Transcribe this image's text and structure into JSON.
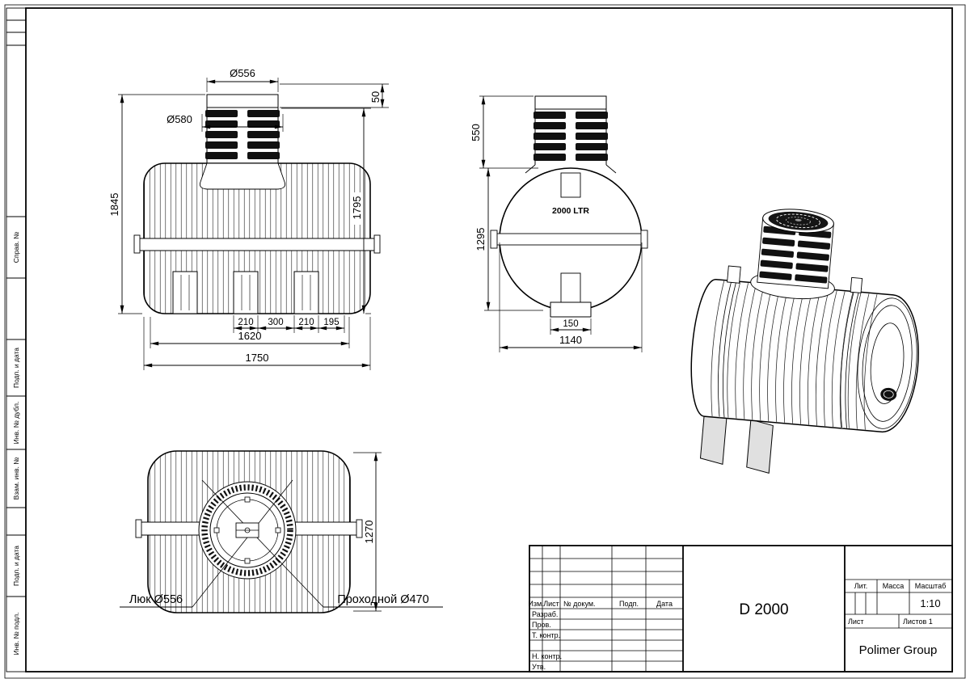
{
  "sheet": {
    "side_labels": [
      "Справ. №",
      "Подп. и дата",
      "Инв. № дубл.",
      "Взам. инв. №",
      "Подп. и дата",
      "Инв. № подл."
    ]
  },
  "front": {
    "dia_top": "Ø556",
    "dia_collar": "Ø580",
    "cap_height": "50",
    "height_total": "1845",
    "height_body": "1795",
    "seg_1": "210",
    "seg_2": "300",
    "seg_3": "210",
    "seg_4": "195",
    "len_inner": "1620",
    "len_total": "1750"
  },
  "side": {
    "volume": "2000 LTR",
    "neck_height": "550",
    "body_height": "1295",
    "foot_width": "150",
    "width_total": "1140"
  },
  "top": {
    "width": "1270",
    "callout_hatch": "Люк Ø556",
    "callout_pass": "Проходной Ø470"
  },
  "title_block": {
    "col_izm": "Изм.",
    "col_list": "Лист",
    "col_doc": "№ докум.",
    "col_podp": "Подп.",
    "col_data": "Дата",
    "row_razrab": "Разраб.",
    "row_prov": "Пров.",
    "row_tkontr": "Т. контр.",
    "row_nkontr": "Н. контр.",
    "row_utv": "Утв.",
    "doc_code": "D 2000",
    "lit": "Лит.",
    "massa": "Масса",
    "masshtab": "Масштаб",
    "scale": "1:10",
    "list": "Лист",
    "listov": "Листов 1",
    "company": "Polimer Group"
  }
}
